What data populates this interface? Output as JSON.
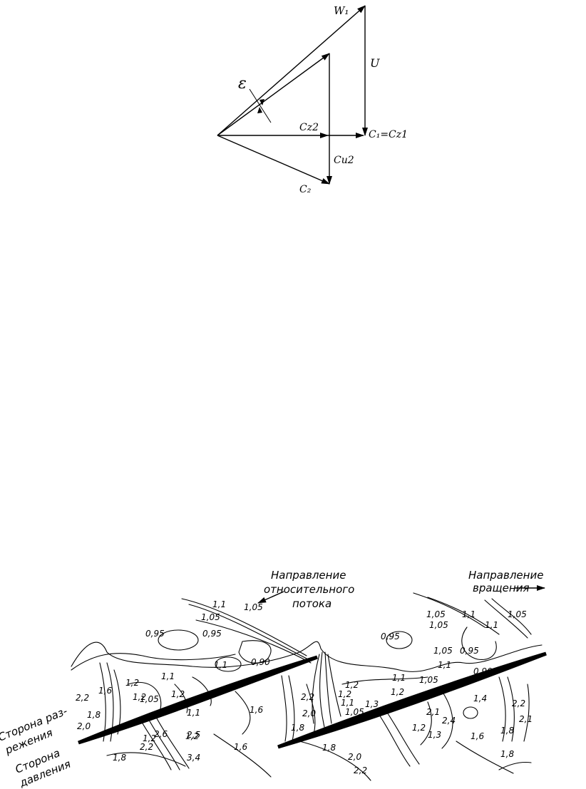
{
  "velocity_triangle": {
    "w1": "W₁",
    "u": "U",
    "epsilon": "ε",
    "cz2": "Cz2",
    "c1_eq": "C₁=Cz1",
    "cu2": "Cu2",
    "c2": "C₂"
  },
  "cascade": {
    "relative_flow_line1": "Направление",
    "relative_flow_line2": "относительного",
    "relative_flow_line3": "потока",
    "rotation_line1": "Направление",
    "rotation_line2": "вращения",
    "suction_side_line1": "Сторона раз-",
    "suction_side_line2": "режения",
    "pressure_side_line1": "Сторона",
    "pressure_side_line2": "давления",
    "contour_labels": [
      "1,1",
      "1,05",
      "1,05",
      "0,95",
      "0,95",
      "1,1",
      "0,90",
      "1,2",
      "1,1",
      "1,2",
      "1,05",
      "1,2",
      "2,2",
      "1,6",
      "1,8",
      "2,0",
      "1,1",
      "1,2",
      "1,6",
      "2,5",
      "2,6",
      "2,2",
      "1,2",
      "1,8",
      "3,4",
      "1,6",
      "2,2",
      "2,0",
      "1,8",
      "1,2",
      "1,1",
      "1,05",
      "1,3",
      "2,0",
      "2,2",
      "1,8",
      "1,05",
      "1,05",
      "1,1",
      "1,1",
      "1,05",
      "0,95",
      "1,05",
      "0,95",
      "1,1",
      "0,90",
      "1,1",
      "1,2",
      "1,2",
      "1,05",
      "2,1",
      "2,4",
      "1,2",
      "1,3",
      "1,6",
      "1,4",
      "1,8",
      "2,2",
      "2,1",
      "1,8"
    ]
  }
}
